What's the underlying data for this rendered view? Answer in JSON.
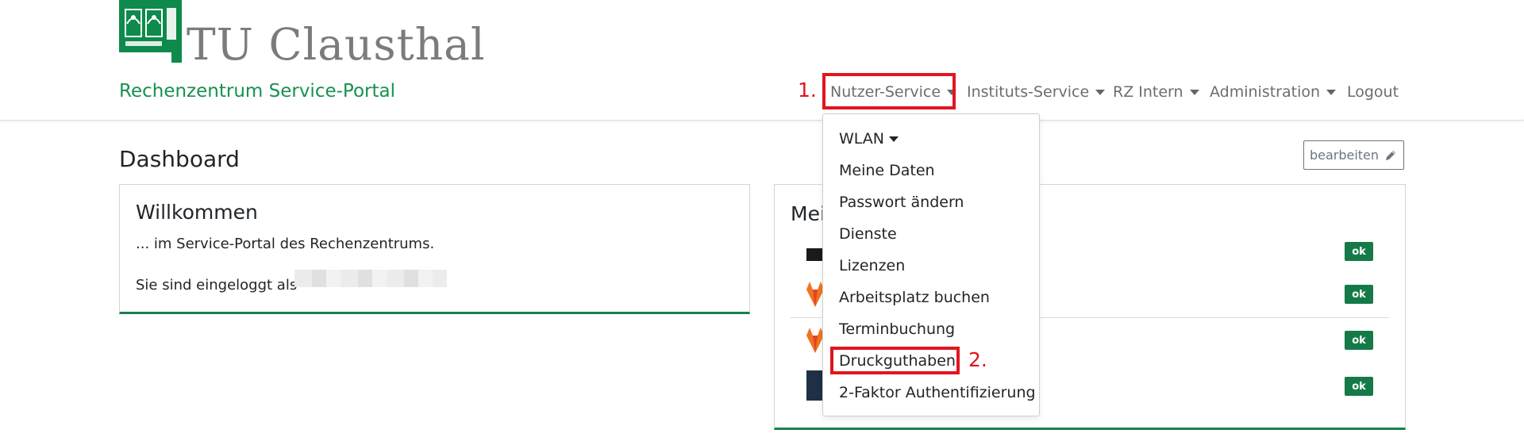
{
  "header": {
    "logo_text": "TU Clausthal",
    "portal_title": "Rechenzentrum Service-Portal",
    "brand_color": "#0e8a4c",
    "nav": [
      {
        "label": "Nutzer-Service",
        "has_caret": true,
        "active": true
      },
      {
        "label": "Instituts-Service",
        "has_caret": true
      },
      {
        "label": "RZ Intern",
        "has_caret": true
      },
      {
        "label": "Administration",
        "has_caret": true
      },
      {
        "label": "Logout",
        "has_caret": false
      }
    ]
  },
  "annotations": {
    "step1": "1.",
    "step2": "2.",
    "highlight_color": "#e0161f"
  },
  "page": {
    "title": "Dashboard",
    "edit_label": "bearbeiten",
    "edit_icon": "pencil-icon"
  },
  "welcome_card": {
    "title": "Willkommen",
    "text": "... im Service-Portal des Rechenzentrums.",
    "logged_in_label": "Sie sind eingeloggt als"
  },
  "services_card": {
    "title_partial": "Mei",
    "rows": [
      {
        "icon": "mattermost-icon",
        "status": "ok"
      },
      {
        "icon": "gitlab-icon",
        "status": "ok"
      },
      {
        "icon": "gitlab-icon",
        "status": "ok"
      },
      {
        "icon": "cloud-service-icon",
        "status": "ok"
      }
    ],
    "status_color": "#157a48"
  },
  "dropdown": {
    "items": [
      {
        "label": "WLAN",
        "has_caret": true
      },
      {
        "label": "Meine Daten"
      },
      {
        "label": "Passwort ändern"
      },
      {
        "label": "Dienste"
      },
      {
        "label": "Lizenzen"
      },
      {
        "label": "Arbeitsplatz buchen"
      },
      {
        "label": "Terminbuchung"
      },
      {
        "label": "Druckguthaben",
        "highlighted": true
      },
      {
        "label": "2-Faktor Authentifizierung"
      }
    ]
  }
}
